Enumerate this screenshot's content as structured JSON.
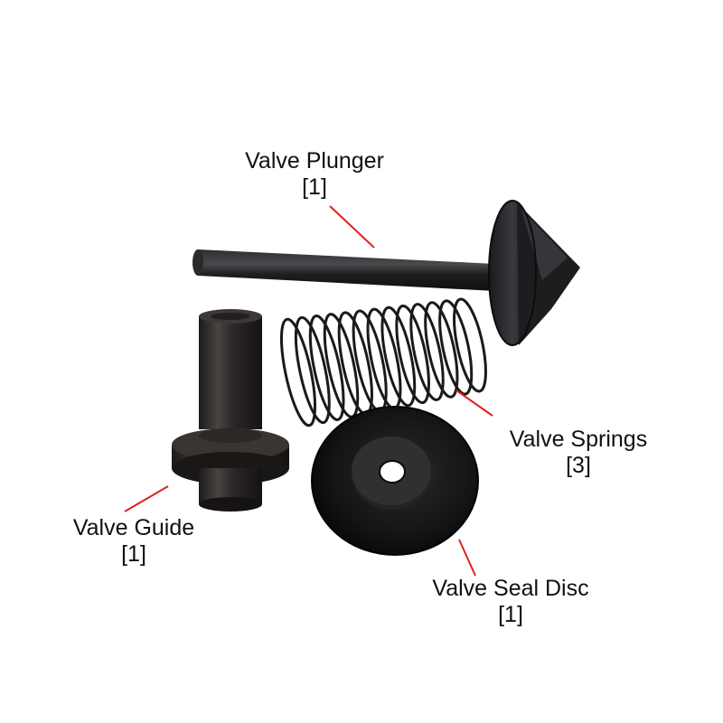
{
  "parts": [
    {
      "id": "plunger",
      "name": "Valve Plunger",
      "qty": "[1]"
    },
    {
      "id": "springs",
      "name": "Valve Springs",
      "qty": "[3]"
    },
    {
      "id": "guide",
      "name": "Valve Guide",
      "qty": "[1]"
    },
    {
      "id": "seal",
      "name": "Valve Seal Disc",
      "qty": "[1]"
    }
  ],
  "colors": {
    "background": "#ffffff",
    "leader_line": "#e02020",
    "label_text": "#111111",
    "metal_dark": "#1c1c1e",
    "metal_highlight": "#6b6b6e"
  }
}
